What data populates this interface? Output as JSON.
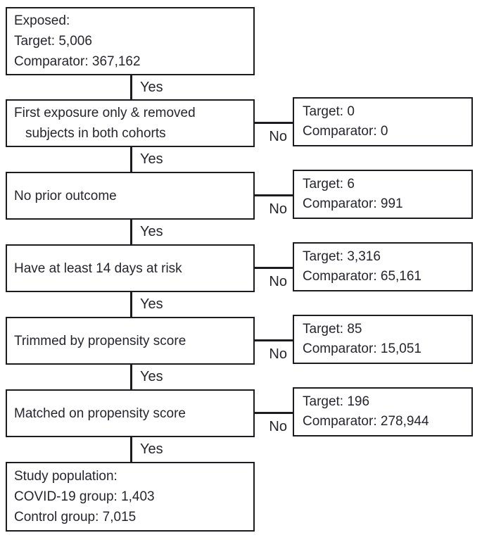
{
  "flow": {
    "yes_label": "Yes",
    "no_label": "No",
    "start": [
      "Exposed:",
      "Target: 5,006",
      "Comparator: 367,162"
    ],
    "steps": [
      {
        "criterion": [
          "First exposure only & removed",
          "subjects in both cohorts"
        ],
        "excluded": [
          "Target: 0",
          "Comparator: 0"
        ]
      },
      {
        "criterion": [
          "No prior outcome"
        ],
        "excluded": [
          "Target: 6",
          "Comparator: 991"
        ]
      },
      {
        "criterion": [
          "Have at least 14 days at risk"
        ],
        "excluded": [
          "Target: 3,316",
          "Comparator: 65,161"
        ]
      },
      {
        "criterion": [
          "Trimmed by propensity score"
        ],
        "excluded": [
          "Target: 85",
          "Comparator: 15,051"
        ]
      },
      {
        "criterion": [
          "Matched on propensity score"
        ],
        "excluded": [
          "Target: 196",
          "Comparator: 278,944"
        ]
      }
    ],
    "end": [
      "Study population:",
      "COVID-19 group: 1,403",
      "Control group: 7,015"
    ]
  },
  "colors": {
    "background": "#ffffff",
    "text": "#26252e",
    "line": "#1c1b20"
  }
}
